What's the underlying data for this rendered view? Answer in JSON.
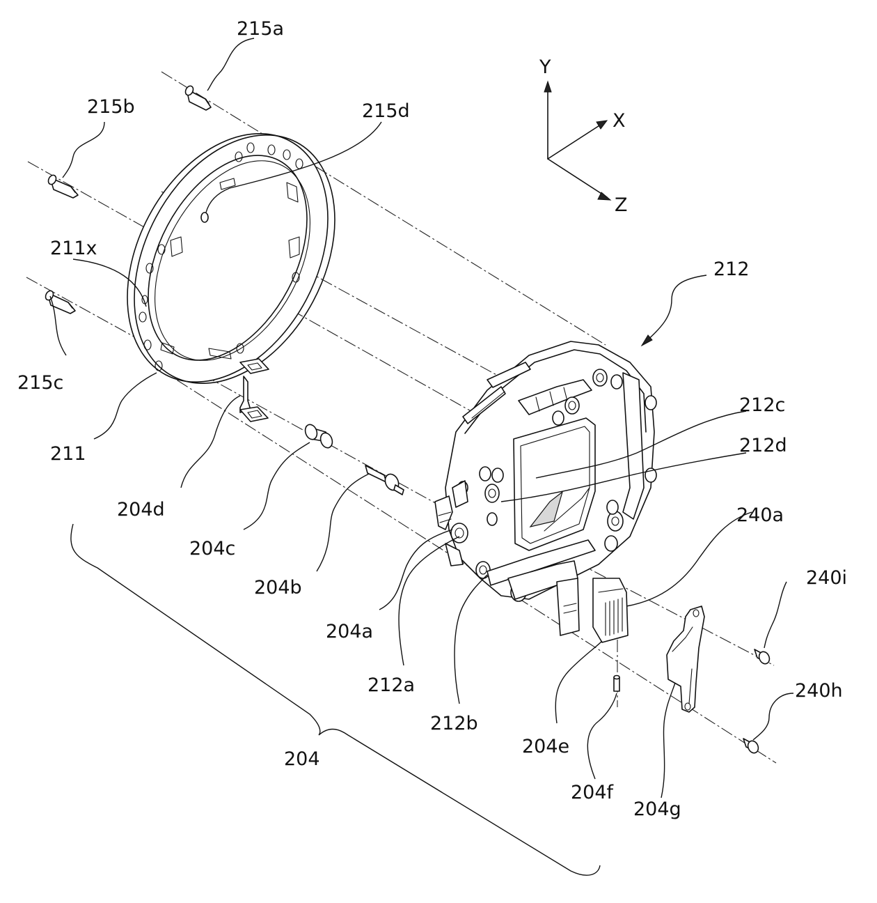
{
  "labels": {
    "l215a": "215a",
    "l215b": "215b",
    "l215c": "215c",
    "l215d": "215d",
    "l211x": "211x",
    "l211": "211",
    "l212": "212",
    "l212a": "212a",
    "l212b": "212b",
    "l212c": "212c",
    "l212d": "212d",
    "l204": "204",
    "l204a": "204a",
    "l204b": "204b",
    "l204c": "204c",
    "l204d": "204d",
    "l204e": "204e",
    "l204f": "204f",
    "l204g": "204g",
    "l240a": "240a",
    "l240h": "240h",
    "l240i": "240i"
  },
  "axes": {
    "x": "X",
    "y": "Y",
    "z": "Z"
  }
}
